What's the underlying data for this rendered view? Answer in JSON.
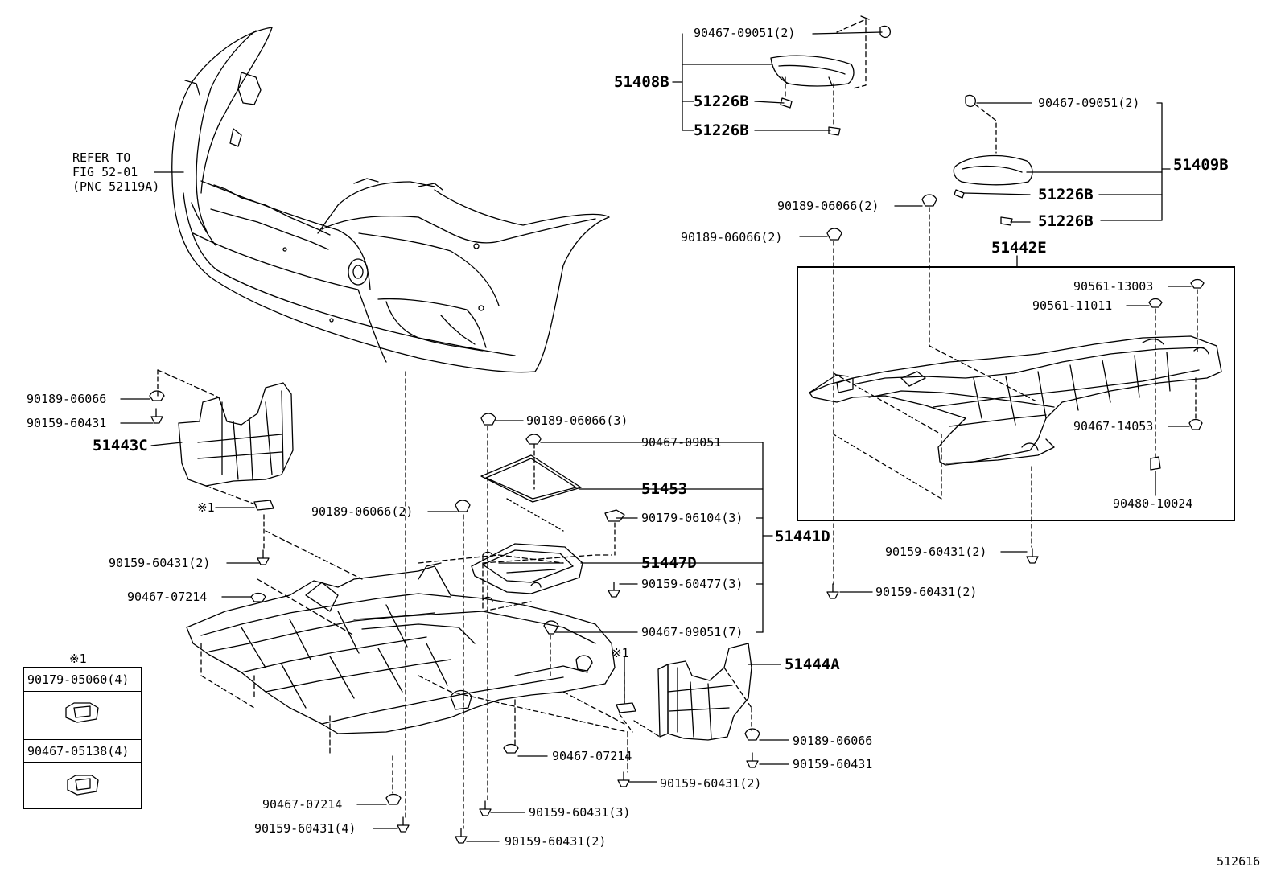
{
  "diagram_id": "512616",
  "refer_note": [
    "REFER TO",
    "FIG 52-01",
    "(PNC 52119A)"
  ],
  "note_mark": "※1",
  "legend": {
    "title": "※1",
    "items": [
      {
        "part": "90179-05060(4)"
      },
      {
        "part": "90467-05138(4)"
      }
    ]
  },
  "assemblies": {
    "a51408B": "51408B",
    "a51409B": "51409B",
    "a51442E": "51442E",
    "a51441D": "51441D",
    "a51443C": "51443C",
    "a51444A": "51444A",
    "a51453": "51453",
    "a51447D": "51447D"
  },
  "parts": {
    "p01": "90467-09051(2)",
    "p02": "51226B",
    "p03": "51226B",
    "p04": "90467-09051(2)",
    "p05": "51226B",
    "p06": "51226B",
    "p07": "90189-06066(2)",
    "p08": "90189-06066(2)",
    "p09": "90561-13003",
    "p10": "90561-11011",
    "p11": "90467-14053",
    "p12": "90480-10024",
    "p13": "90159-60431(2)",
    "p14": "90159-60431(2)",
    "p15": "90189-06066",
    "p16": "90159-60431",
    "p17": "90189-06066(3)",
    "p18": "90467-09051",
    "p19": "90189-06066(2)",
    "p20": "90179-06104(3)",
    "p21": "90159-60431(2)",
    "p22": "90159-60477(3)",
    "p23": "90467-07214",
    "p24": "90467-09051(7)",
    "p25": "90189-06066",
    "p26": "90159-60431",
    "p27": "90467-07214",
    "p28": "90159-60431(2)",
    "p29": "90467-07214",
    "p30": "90159-60431(3)",
    "p31": "90159-60431(4)",
    "p32": "90159-60431(2)"
  }
}
